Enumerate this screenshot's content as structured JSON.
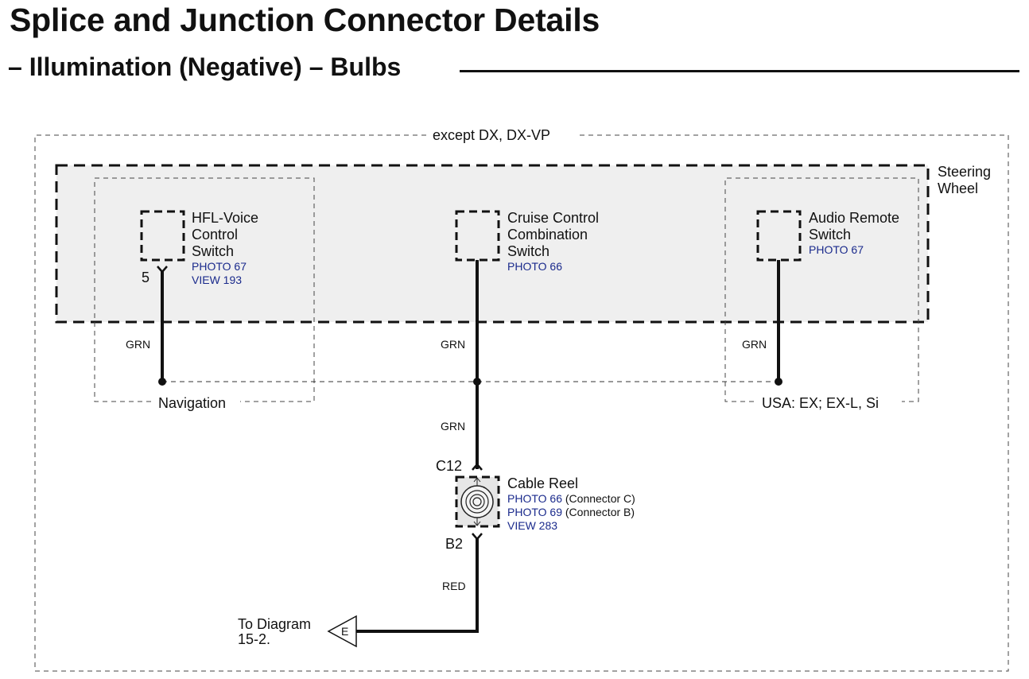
{
  "header": {
    "title": "Splice and Junction Connector Details",
    "subtitle": "– Illumination (Negative) – Bulbs"
  },
  "diagram": {
    "outer_region_label": "except DX, DX-VP",
    "steering_wheel_label_1": "Steering",
    "steering_wheel_label_2": "Wheel",
    "navigation_label": "Navigation",
    "usa_label": "USA: EX; EX-L, Si",
    "hfl": {
      "line1": "HFL-Voice",
      "line2": "Control",
      "line3": "Switch",
      "ref1": "PHOTO 67",
      "ref2": "VIEW 193",
      "pin": "5",
      "wire": "GRN"
    },
    "cruise": {
      "line1": "Cruise Control",
      "line2": "Combination",
      "line3": "Switch",
      "ref1": "PHOTO 66",
      "wire": "GRN"
    },
    "audio": {
      "line1": "Audio Remote",
      "line2": "Switch",
      "ref1": "PHOTO 67",
      "wire": "GRN"
    },
    "trunk_wire": "GRN",
    "cable_reel": {
      "title": "Cable Reel",
      "ref1": "PHOTO 66",
      "ref1_note": " (Connector C)",
      "ref2": "PHOTO 69",
      "ref2_note": " (Connector B)",
      "ref3": "VIEW 283",
      "top_connector": "C12",
      "bottom_connector": "B2"
    },
    "output_wire": "RED",
    "to_diagram_1": "To Diagram",
    "to_diagram_2": "15-2.",
    "ground_letter": "E"
  },
  "colors": {
    "reference_blue": "#1a2a8c",
    "steering_fill": "#efefef"
  }
}
